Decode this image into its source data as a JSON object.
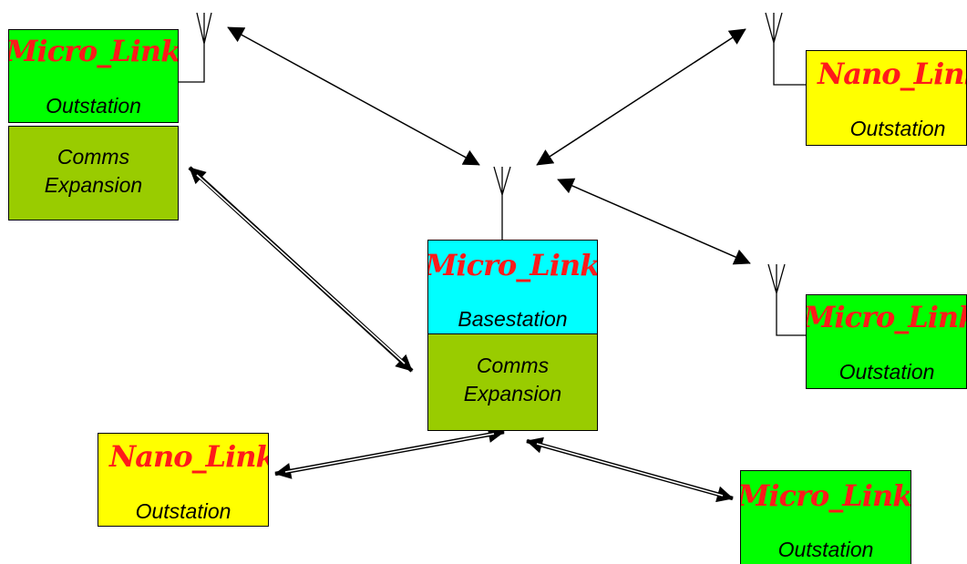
{
  "colors": {
    "outstation_micro": "#00ff00",
    "outstation_nano": "#ffff00",
    "basestation": "#00ffff",
    "comms_expansion": "#99cc00",
    "brand_text": "#ff1a1a",
    "lines": "#000000"
  },
  "nodes": {
    "micro_outstation_top_left": {
      "brand": "Micro_Link",
      "role": "Outstation"
    },
    "comms_expansion_top_left": {
      "line1": "Comms",
      "line2": "Expansion"
    },
    "nano_outstation_top_right": {
      "brand": "Nano_Link",
      "role": "Outstation"
    },
    "basestation": {
      "brand": "Micro_Link",
      "role": "Basestation"
    },
    "comms_expansion_center": {
      "line1": "Comms",
      "line2": "Expansion"
    },
    "micro_outstation_right": {
      "brand": "Micro_Link",
      "role": "Outstation"
    },
    "nano_outstation_bottom_left": {
      "brand": "Nano_Link",
      "role": "Outstation"
    },
    "micro_outstation_bottom_right": {
      "brand": "Micro_Link",
      "role": "Outstation"
    }
  },
  "links": [
    {
      "from": "micro_outstation_top_left",
      "to": "basestation",
      "type": "radio"
    },
    {
      "from": "nano_outstation_top_right",
      "to": "basestation",
      "type": "radio"
    },
    {
      "from": "micro_outstation_right",
      "to": "basestation",
      "type": "radio"
    },
    {
      "from": "comms_expansion_top_left",
      "to": "comms_expansion_center",
      "type": "wired"
    },
    {
      "from": "nano_outstation_bottom_left",
      "to": "comms_expansion_center",
      "type": "wired"
    },
    {
      "from": "micro_outstation_bottom_right",
      "to": "comms_expansion_center",
      "type": "wired"
    }
  ]
}
